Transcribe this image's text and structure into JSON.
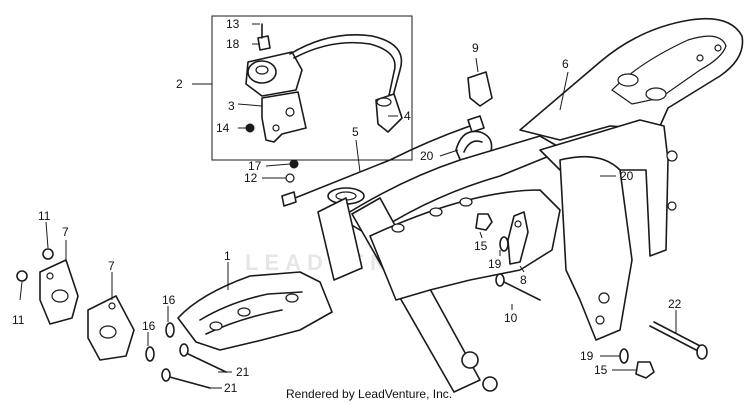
{
  "watermark": "LEADVENTURE",
  "credit": "Rendered by LeadVenture, Inc.",
  "callouts": {
    "c1": "1",
    "c2": "2",
    "c3": "3",
    "c4": "4",
    "c5": "5",
    "c6": "6",
    "c7a": "7",
    "c7b": "7",
    "c8": "8",
    "c9": "9",
    "c10": "10",
    "c11a": "11",
    "c11b": "11",
    "c12": "12",
    "c13": "13",
    "c14": "14",
    "c15a": "15",
    "c15b": "15",
    "c16a": "16",
    "c16b": "16",
    "c17": "17",
    "c18": "18",
    "c19a": "19",
    "c19b": "19",
    "c20a": "20",
    "c20b": "20",
    "c21a": "21",
    "c21b": "21",
    "c22": "22"
  }
}
